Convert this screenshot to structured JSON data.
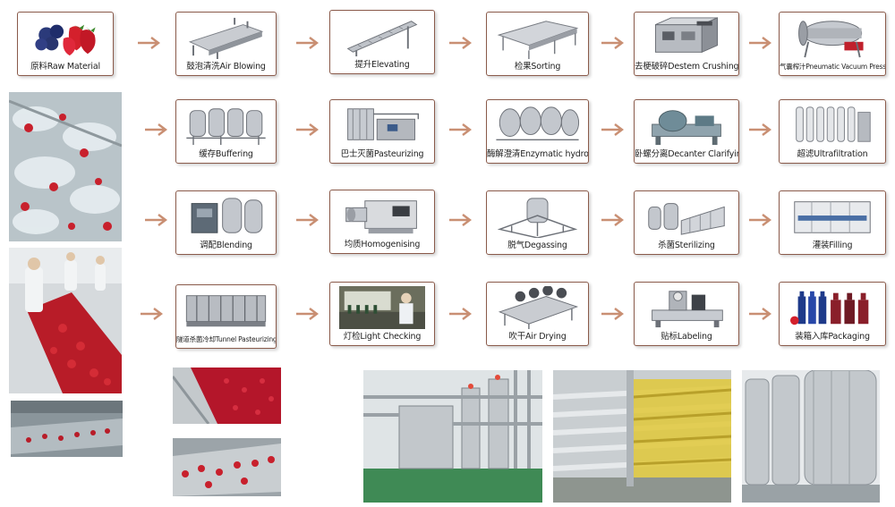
{
  "steps": [
    {
      "id": "raw-material",
      "label": "原料Raw Material"
    },
    {
      "id": "air-blowing",
      "label": "鼓泡清洗Air Blowing"
    },
    {
      "id": "elevating",
      "label": "提升Elevating"
    },
    {
      "id": "sorting",
      "label": "检果Sorting"
    },
    {
      "id": "destem-crushing",
      "label": "去梗破碎Destem Crushing"
    },
    {
      "id": "pneumatic-vacuum-pressing",
      "label": "气囊榨汁Pneumatic Vacuum Pressing"
    },
    {
      "id": "buffering",
      "label": "缓存Buffering"
    },
    {
      "id": "pasteurizing",
      "label": "巴士灭菌Pasteurizing"
    },
    {
      "id": "enzymatic-hydrolyzing",
      "label": "酶解澄清Enzymatic hydrolyzing"
    },
    {
      "id": "decanter-clarifying",
      "label": "卧螺分离Decanter Clarifying"
    },
    {
      "id": "ultrafiltration",
      "label": "超滤Ultrafiltration"
    },
    {
      "id": "blending",
      "label": "调配Blending"
    },
    {
      "id": "homogenising",
      "label": "均质Homogenising"
    },
    {
      "id": "degassing",
      "label": "脱气Degassing"
    },
    {
      "id": "sterilizing",
      "label": "杀菌Sterilizing"
    },
    {
      "id": "filling",
      "label": "灌装Filling"
    },
    {
      "id": "tunnel-pasteurizing-cooling",
      "label": "隧道杀菌冷却Tunnel Pasteurizing&Cooling"
    },
    {
      "id": "light-checking",
      "label": "灯检Light Checking"
    },
    {
      "id": "air-drying",
      "label": "吹干Air Drying"
    },
    {
      "id": "labeling",
      "label": "贴标Labeling"
    },
    {
      "id": "packaging",
      "label": "装箱入库Packaging"
    }
  ],
  "colors": {
    "card_border": "#8a5a4a",
    "arrow": "#c98f73",
    "steel": "#b8bcc2",
    "berry": "#c8202c"
  }
}
